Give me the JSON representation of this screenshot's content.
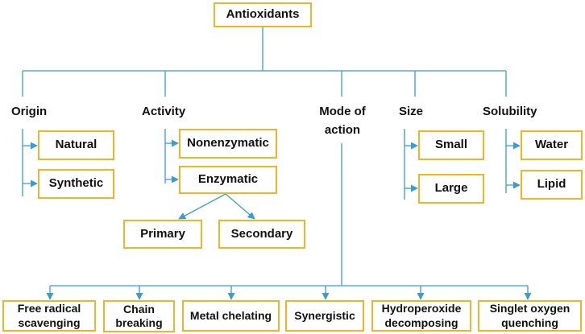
{
  "root": {
    "label": "Antioxidants"
  },
  "categories": {
    "origin": {
      "label": "Origin",
      "items": [
        "Natural",
        "Synthetic"
      ]
    },
    "activity": {
      "label": "Activity",
      "items": [
        "Nonenzymatic",
        "Enzymatic"
      ],
      "enzymatic_children": [
        "Primary",
        "Secondary"
      ]
    },
    "mode": {
      "label_line1": "Mode of",
      "label_line2": "action",
      "items": [
        {
          "line1": "Free radical",
          "line2": "scavenging"
        },
        {
          "line1": "Chain",
          "line2": "breaking"
        },
        {
          "line1": "Metal chelating",
          "line2": ""
        },
        {
          "line1": "Synergistic",
          "line2": ""
        },
        {
          "line1": "Hydroperoxide",
          "line2": "decomposing"
        },
        {
          "line1": "Singlet oxygen",
          "line2": "quenching"
        }
      ]
    },
    "size": {
      "label": "Size",
      "items": [
        "Small",
        "Large"
      ]
    },
    "solubility": {
      "label": "Solubility",
      "items": [
        "Water",
        "Lipid"
      ]
    }
  },
  "colors": {
    "line": "#3a9bd5",
    "box_border": "#f0b429"
  }
}
